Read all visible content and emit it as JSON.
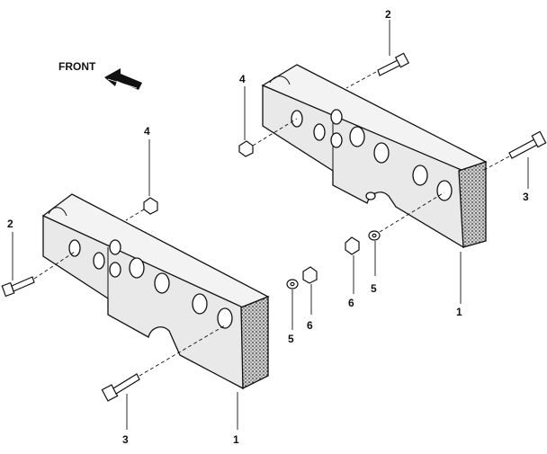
{
  "direction_label": "FRONT",
  "callouts": [
    {
      "id": "c-2-top",
      "text": "2"
    },
    {
      "id": "c-4-right",
      "text": "4"
    },
    {
      "id": "c-3-right",
      "text": "3"
    },
    {
      "id": "c-4-left",
      "text": "4"
    },
    {
      "id": "c-2-left",
      "text": "2"
    },
    {
      "id": "c-6-right",
      "text": "6"
    },
    {
      "id": "c-5-right",
      "text": "5"
    },
    {
      "id": "c-1-right",
      "text": "1"
    },
    {
      "id": "c-5-left",
      "text": "5"
    },
    {
      "id": "c-6-left",
      "text": "6"
    },
    {
      "id": "c-3-left",
      "text": "3"
    },
    {
      "id": "c-1-left",
      "text": "1"
    }
  ],
  "icons": [
    "front-arrow-icon"
  ]
}
